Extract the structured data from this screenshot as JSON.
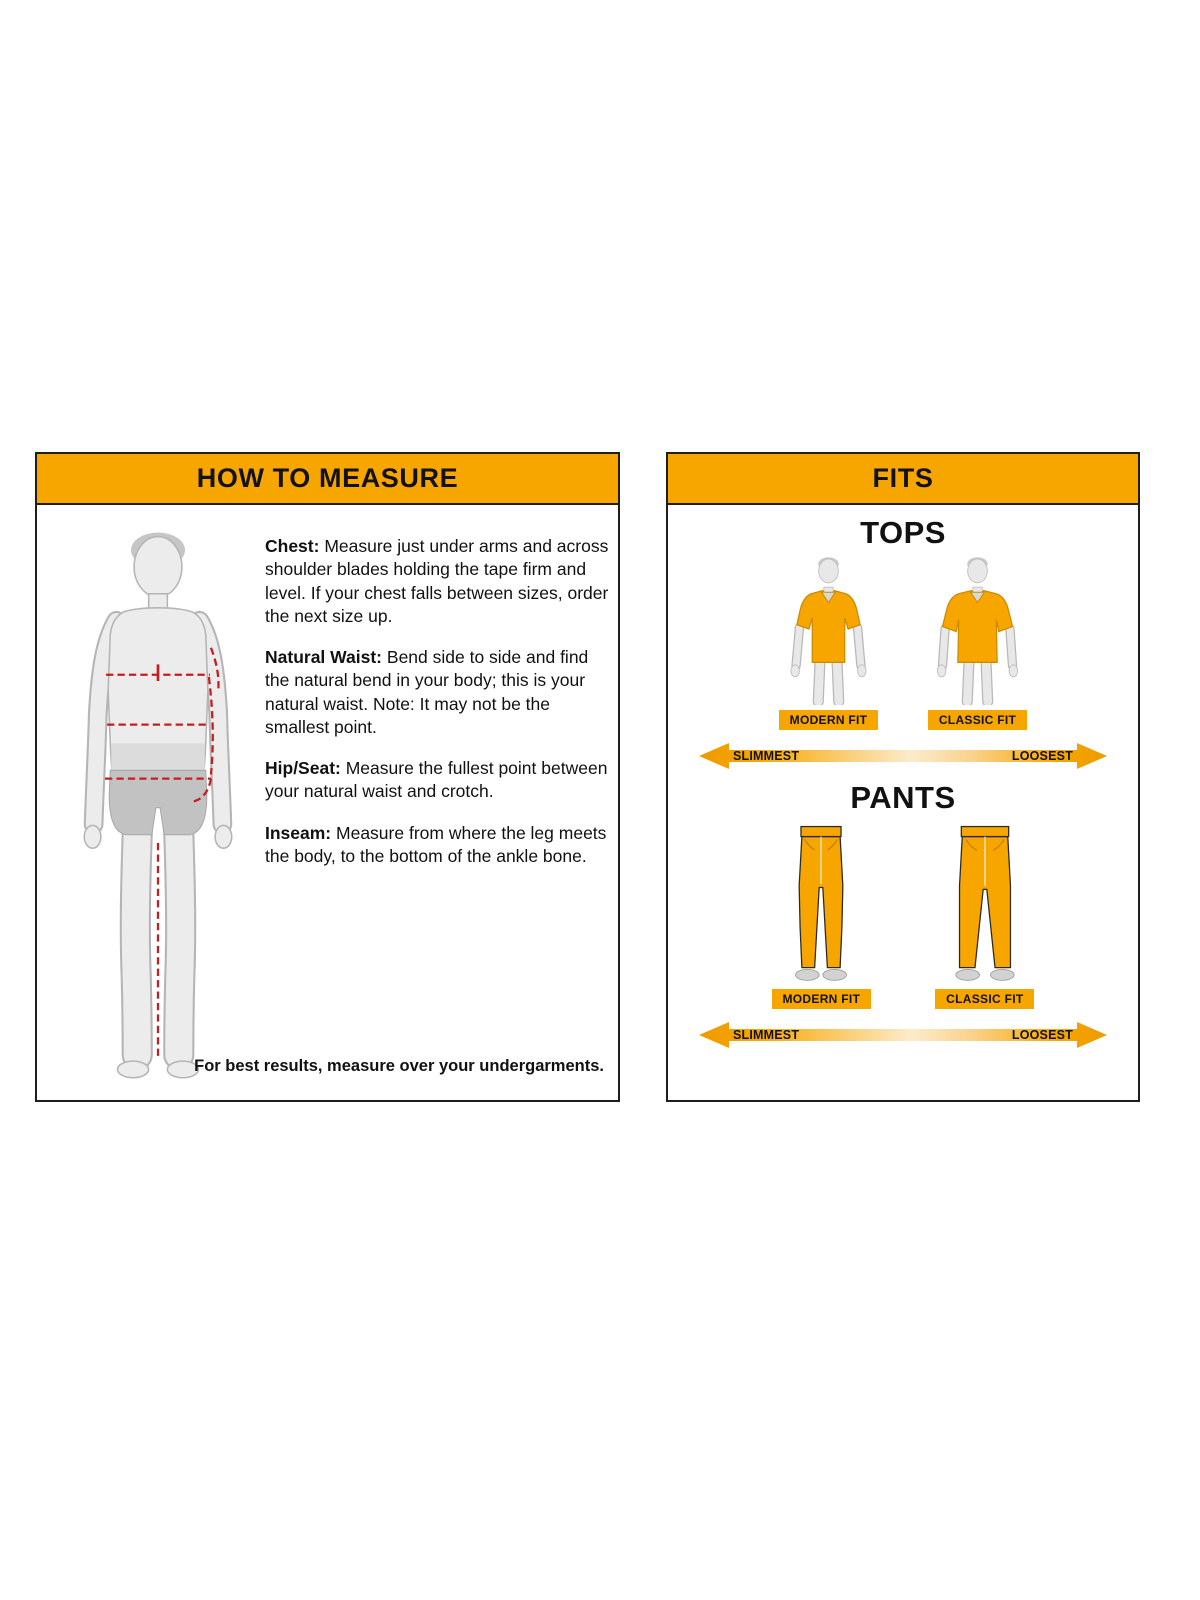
{
  "colors": {
    "gold": "#F7A600",
    "gold-outline": "#CE8A00",
    "border": "#1D1D1B",
    "red": "#C41E1E",
    "text": "#111111"
  },
  "measure_panel": {
    "title": "HOW TO MEASURE",
    "sections": [
      {
        "label": "Chest:",
        "text": "Measure just under arms and across shoulder blades holding the tape firm and level. If your chest falls between sizes, order the next size up."
      },
      {
        "label": "Natural Waist:",
        "text": "Bend side to side and find the natural bend in your body; this is your natural waist. Note: It may not be the smallest point."
      },
      {
        "label": "Hip/Seat:",
        "text": "Measure the fullest point between your natural waist and crotch."
      },
      {
        "label": "Inseam:",
        "text": "Measure from where the leg meets the body, to the bottom of the ankle bone."
      }
    ],
    "footnote": "For best results, measure over your undergarments."
  },
  "fits_panel": {
    "title": "FITS",
    "tops": {
      "heading": "TOPS",
      "fits": [
        {
          "label": "MODERN FIT"
        },
        {
          "label": "CLASSIC FIT"
        }
      ],
      "scale": {
        "left": "SLIMMEST",
        "right": "LOOSEST"
      }
    },
    "pants": {
      "heading": "PANTS",
      "fits": [
        {
          "label": "MODERN FIT"
        },
        {
          "label": "CLASSIC FIT"
        }
      ],
      "scale": {
        "left": "SLIMMEST",
        "right": "LOOSEST"
      }
    }
  }
}
